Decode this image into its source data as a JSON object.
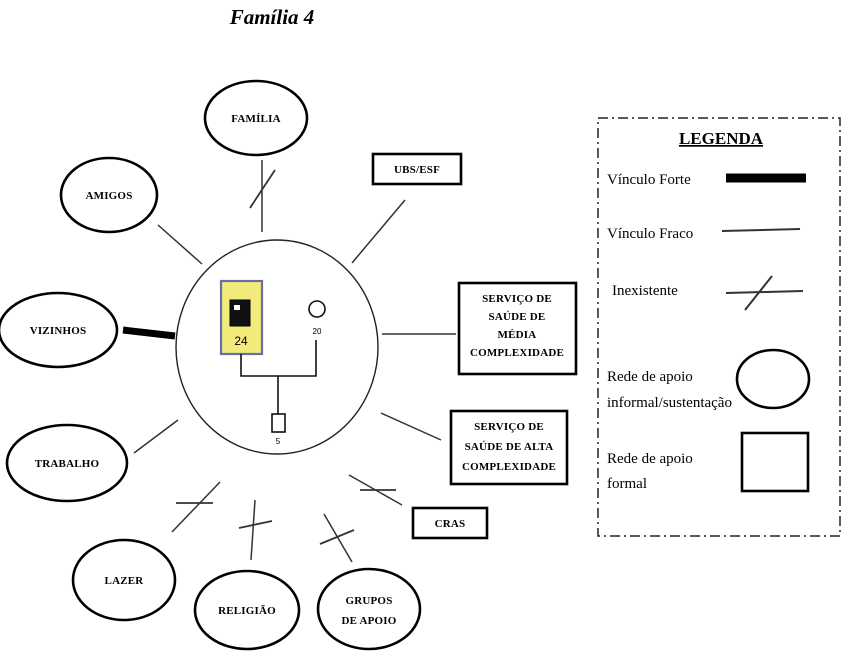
{
  "title": "Família 4",
  "nodes": {
    "familia": "FAMÍLIA",
    "amigos": "AMIGOS",
    "vizinhos": "VIZINHOS",
    "trabalho": "TRABALHO",
    "lazer": "LAZER",
    "religiao": "RELIGIÃO",
    "grupos_line1": "GRUPOS",
    "grupos_line2": "DE APOIO",
    "ubs": "UBS/ESF",
    "media_line1": "SERVIÇO DE",
    "media_line2": "SAÚDE DE",
    "media_line3": "MÉDIA",
    "media_line4": "COMPLEXIDADE",
    "alta_line1": "SERVIÇO DE",
    "alta_line2": "SAÚDE DE ALTA",
    "alta_line3": "COMPLEXIDADE",
    "cras": "CRAS"
  },
  "family": {
    "father_age": "24",
    "mother_age": "20",
    "child_age": "5"
  },
  "legend": {
    "title": "LEGENDA",
    "strong": "Vínculo Forte",
    "weak": "Vínculo Fraco",
    "none": "Inexistente",
    "informal_line1": "Rede de apoio",
    "informal_line2": "informal/sustentação",
    "formal_line1": "Rede de apoio",
    "formal_line2": "formal"
  },
  "colors": {
    "father_fill": "#f2ea7a",
    "father_border": "#6b6bb0"
  }
}
